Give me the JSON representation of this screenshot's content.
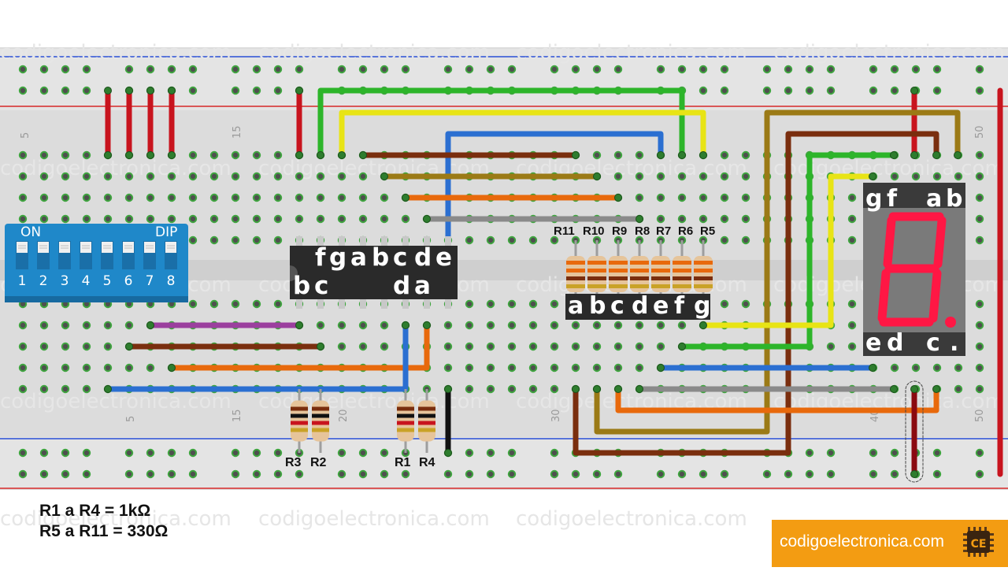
{
  "watermark": "codigoelectronica.com",
  "dip_switch": {
    "on_label": "ON",
    "dip_label": "DIP",
    "numbers": [
      "1",
      "2",
      "3",
      "4",
      "5",
      "6",
      "7",
      "8"
    ]
  },
  "chip": {
    "top_labels": [
      "f",
      "g",
      "a",
      "b",
      "c",
      "d",
      "e"
    ],
    "bottom_labels": [
      "b",
      "c",
      "d",
      "a"
    ]
  },
  "resistors": {
    "top_group": [
      "R11",
      "R10",
      "R9",
      "R8",
      "R7",
      "R6",
      "R5"
    ],
    "segment_letters": [
      "a",
      "b",
      "c",
      "d",
      "e",
      "f",
      "g"
    ],
    "bottom_left": [
      "R3",
      "R2"
    ],
    "bottom_right": [
      "R1",
      "R4"
    ]
  },
  "display": {
    "top_labels": [
      "g",
      "f",
      "a",
      "b"
    ],
    "bottom_labels": [
      "e",
      "d",
      "c",
      "."
    ]
  },
  "breadboard_numbers": [
    "5",
    "15",
    "20",
    "30",
    "40",
    "50"
  ],
  "notes": {
    "line1": "R1 a R4 = 1kΩ",
    "line2": "R5 a R11 = 330Ω"
  },
  "brand": {
    "text": "codigoelectronica.com",
    "icon_text": "CE"
  },
  "colors": {
    "board": "#e0e0e0",
    "hole": "#4f4f4f",
    "hole_ring": "#3fa53f",
    "rail_red": "#d62828",
    "rail_blue": "#2a4fd6",
    "dip_blue": "#1f88c9",
    "display_segment": "#ff1744",
    "brand_orange": "#f39c12"
  }
}
